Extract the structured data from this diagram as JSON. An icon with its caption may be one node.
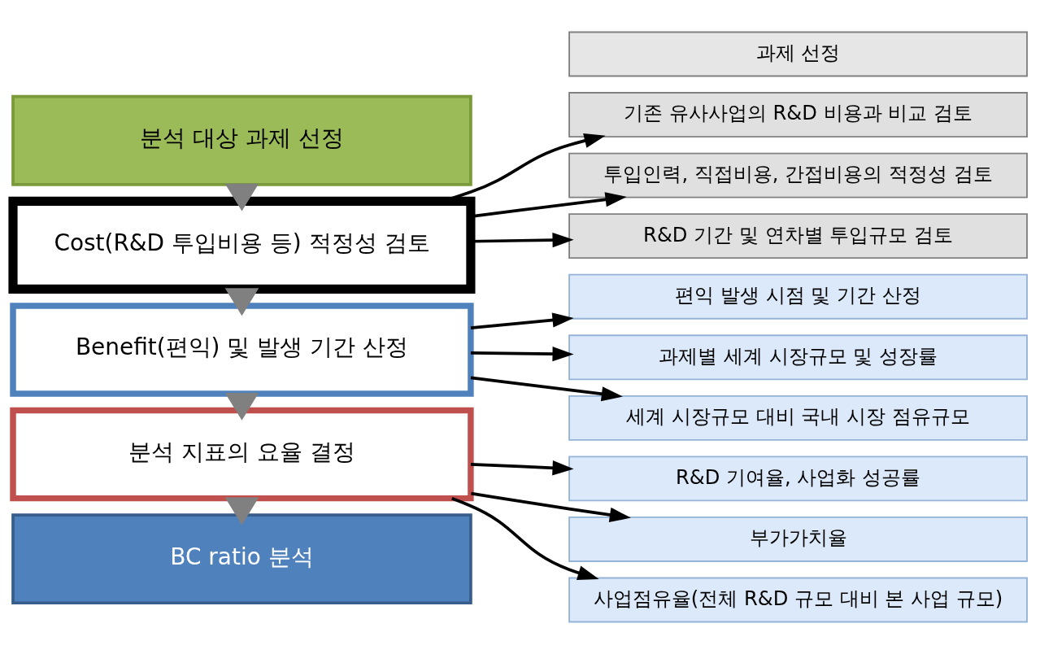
{
  "diagram": {
    "nodes": [
      {
        "text": [
          "분석 대상 과제 선정"
        ]
      },
      {
        "text": [
          "과제 선정"
        ]
      },
      {
        "text": [
          "Cost(R&D 투입비용 등) 적정성 검토"
        ]
      },
      {
        "text": [
          "기존 유사사업의 R&D 비용과 비교 검토"
        ]
      },
      {
        "text": [
          "투입인력, 직접비용, 간접비용의 적정성 검토"
        ]
      },
      {
        "text": [
          "R&D 기간 및 연차별 투입규모 검토"
        ]
      },
      {
        "text": [
          "Benefit(편익) 및 발생 기간 산정"
        ]
      },
      {
        "text": [
          "편익 발생 시점 및 기간 산정"
        ]
      },
      {
        "text": [
          "과제별 세계 시장규모 및 성장률"
        ]
      },
      {
        "text": [
          "세계 시장규모 대비 국내 시장 점유규모"
        ]
      },
      {
        "text": [
          "분석 지표의 요율 결정"
        ]
      },
      {
        "text": [
          "R&D 기여율, 사업화 성공률"
        ]
      },
      {
        "text": [
          "부가가치율"
        ]
      },
      {
        "text": [
          "사업점유율(전체 R&D 규모 대비 본 사업 규모)"
        ]
      },
      {
        "text": [
          "BC ratio 분석"
        ]
      }
    ],
    "edges": [
      {
        "from": 0,
        "to": 2,
        "arrow": "to",
        "style": "thick",
        "color": "#808080"
      },
      {
        "from": 2,
        "to": 3,
        "arrow": "to"
      },
      {
        "from": 2,
        "to": 4,
        "arrow": "to"
      },
      {
        "from": 2,
        "to": 5,
        "arrow": "to"
      },
      {
        "from": 2,
        "to": 6,
        "arrow": "to",
        "style": "thick",
        "color": "#808080"
      },
      {
        "from": 6,
        "to": 7,
        "arrow": "to"
      },
      {
        "from": 6,
        "to": 8,
        "arrow": "to"
      },
      {
        "from": 6,
        "to": 9,
        "arrow": "to"
      },
      {
        "from": 6,
        "to": 10,
        "arrow": "to",
        "style": "thick",
        "color": "#808080"
      },
      {
        "from": 10,
        "to": 11,
        "arrow": "to"
      },
      {
        "from": 10,
        "to": 12,
        "arrow": "to"
      },
      {
        "from": 10,
        "to": 13,
        "arrow": "to"
      },
      {
        "from": 10,
        "to": 14,
        "arrow": "to",
        "style": "thick",
        "color": "#808080"
      }
    ]
  }
}
